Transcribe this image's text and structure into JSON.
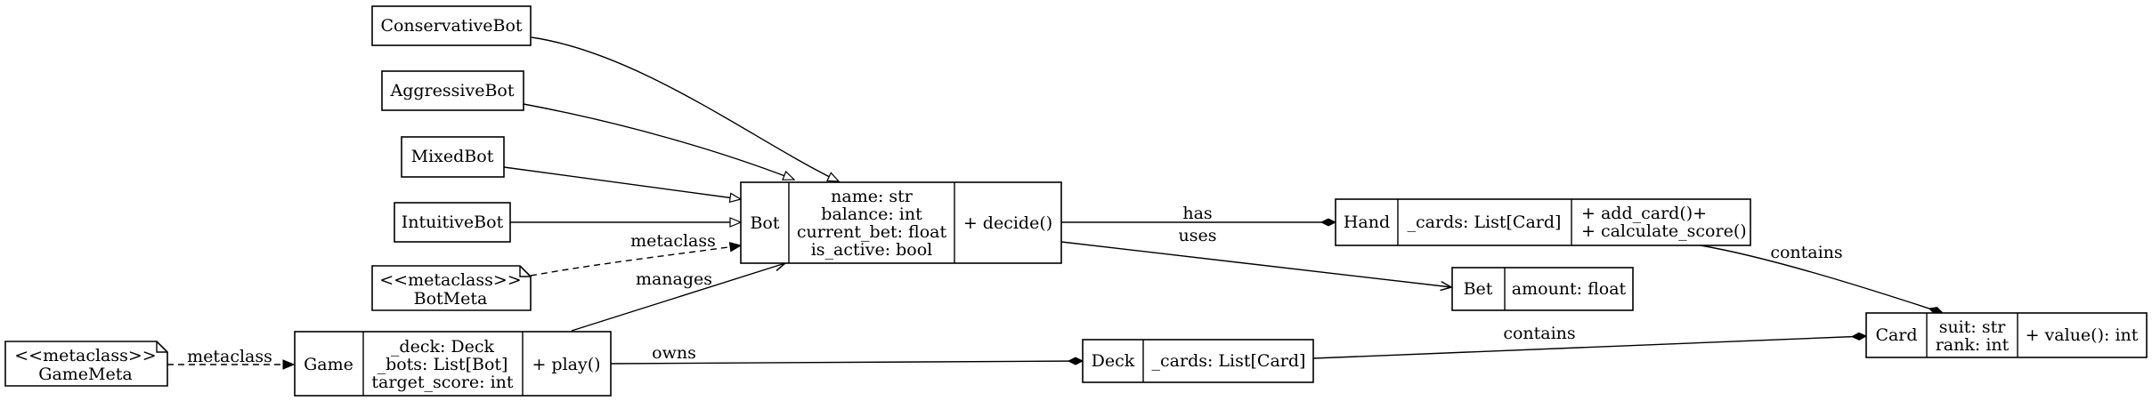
{
  "nodes": {
    "conservative_bot": {
      "name": "ConservativeBot"
    },
    "aggressive_bot": {
      "name": "AggressiveBot"
    },
    "mixed_bot": {
      "name": "MixedBot"
    },
    "intuitive_bot": {
      "name": "IntuitiveBot"
    },
    "bot_meta": {
      "stereotype": "<<metaclass>>",
      "name": "BotMeta"
    },
    "game_meta": {
      "stereotype": "<<metaclass>>",
      "name": "GameMeta"
    },
    "bot": {
      "name": "Bot",
      "attributes": [
        "name: str",
        "balance: int",
        "current_bet: float",
        "is_active: bool"
      ],
      "methods": [
        "+ decide()"
      ]
    },
    "game": {
      "name": "Game",
      "attributes": [
        "_deck: Deck",
        "_bots: List[Bot]",
        "target_score: int"
      ],
      "methods": [
        "+ play()"
      ]
    },
    "hand": {
      "name": "Hand",
      "attributes": [
        "_cards: List[Card]"
      ],
      "methods": [
        "+ add_card()+",
        "+ calculate_score()"
      ]
    },
    "bet": {
      "name": "Bet",
      "attributes": [
        "amount: float"
      ]
    },
    "deck": {
      "name": "Deck",
      "attributes": [
        "_cards: List[Card]"
      ]
    },
    "card": {
      "name": "Card",
      "attributes": [
        "suit: str",
        "rank: int"
      ],
      "methods": [
        "+ value(): int"
      ]
    }
  },
  "edges": {
    "bot_has_hand": "has",
    "bot_uses_bet": "uses",
    "botmeta_metaclass": "metaclass",
    "game_manages_bot": "manages",
    "game_owns_deck": "owns",
    "gamemeta_metaclass": "metaclass",
    "hand_contains_card": "contains",
    "deck_contains_card": "contains"
  }
}
